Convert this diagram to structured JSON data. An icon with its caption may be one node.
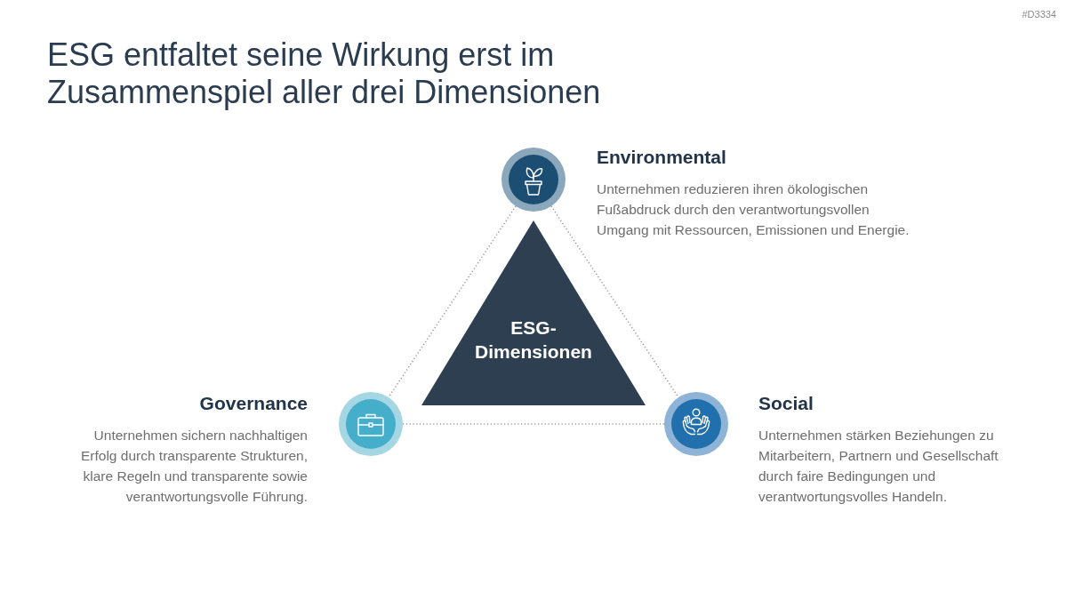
{
  "diagram": {
    "title": "ESG entfaltet seine Wirkung erst im Zusammenspiel aller drei Dimensionen",
    "nodes": [
      {
        "text": [
          "Environmental"
        ]
      },
      {
        "text": [
          "ESG-Dimensionen"
        ]
      },
      {
        "text": [
          "Governance"
        ],
        "beside": [
          "Unternehmen sichern nachhaltigen Erfolg durch transparente Strukturen, klare Regeln und transparente sowie verantwortungsvolle Führung."
        ]
      },
      {
        "text": [
          "Social"
        ],
        "beside": [
          "Unternehmen stärken Beziehungen zu Mitarbeitern, Partnern und Gesellschaft durch faire Bedingungen und verantwortungsvolles Handeln."
        ]
      }
    ],
    "edges": [
      {
        "from": 0,
        "to": 2,
        "arrow": "none",
        "style": "dashed"
      },
      {
        "from": 0,
        "to": 3,
        "arrow": "none",
        "style": "dashed"
      },
      {
        "from": 2,
        "to": 3,
        "arrow": "none",
        "style": "dashed"
      }
    ],
    "labels": [
      "#D3334",
      "Unternehmen reduzieren ihren ökologischen Fußabdruck durch den verantwortungsvollen Umgang mit Ressourcen, Emissionen und Energie."
    ]
  }
}
